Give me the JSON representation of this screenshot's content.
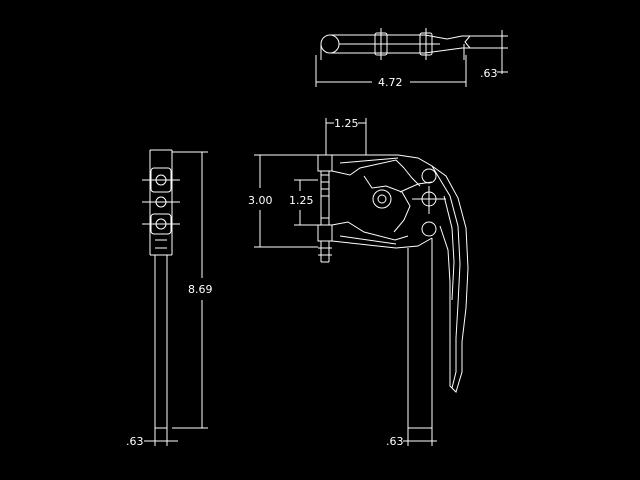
{
  "drawing": {
    "background": "#000000",
    "stroke_color": "#ffffff"
  },
  "dimensions": {
    "top_width": "4.72",
    "top_thickness": ".63",
    "jaw_offset": "1.25",
    "jaw_height": "3.00",
    "bolt_spacing": "1.25",
    "overall_height": "8.69",
    "side_bar_width": ".63",
    "front_bar_width": ".63"
  }
}
